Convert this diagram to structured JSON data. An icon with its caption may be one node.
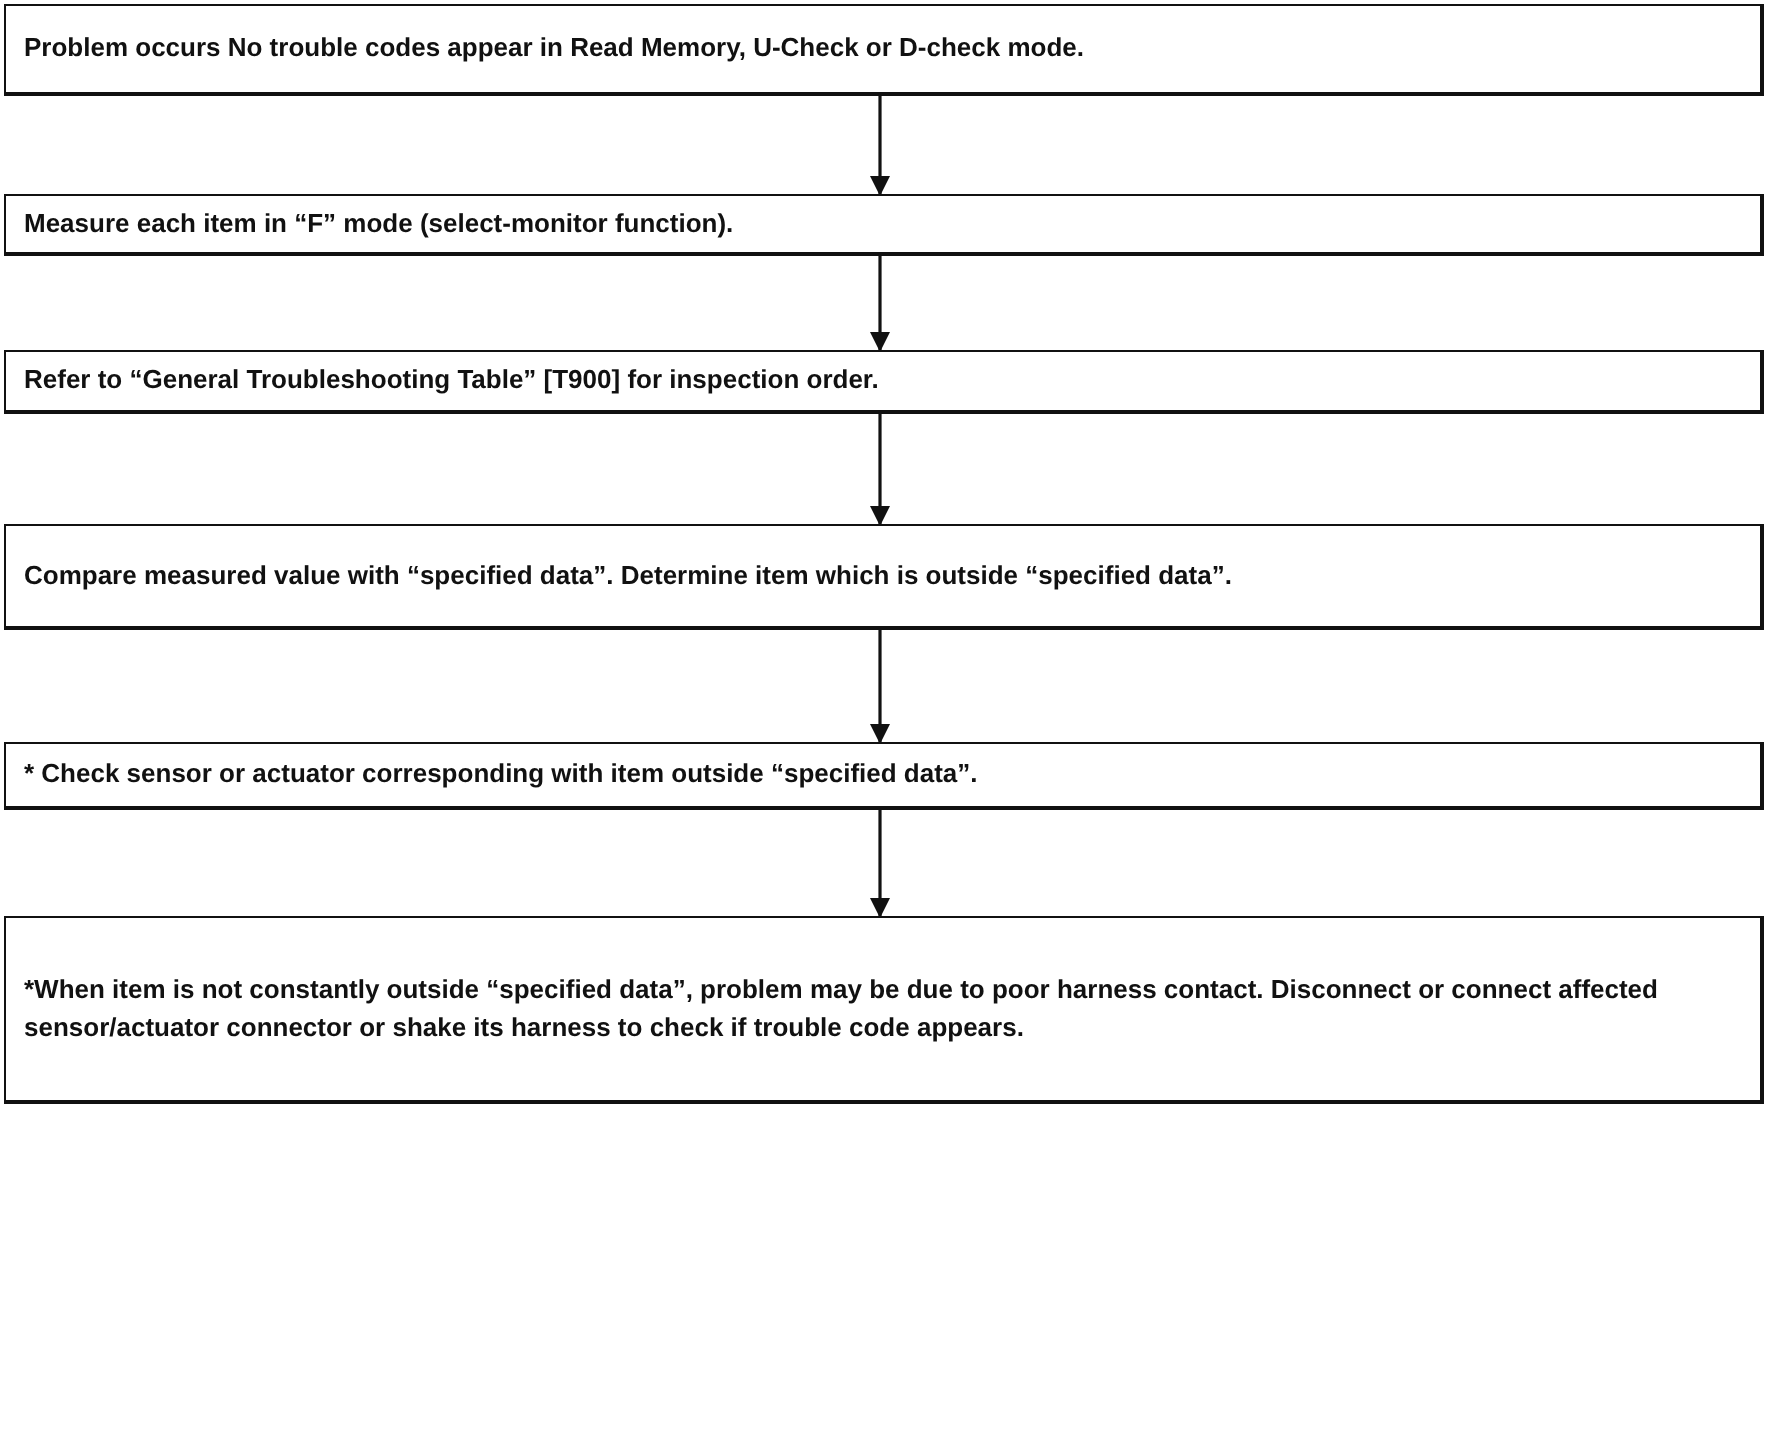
{
  "diagram": {
    "nodes": [
      {
        "text": [
          "Problem occurs No trouble codes appear in Read Memory, U-Check or D-check mode."
        ]
      },
      {
        "text": [
          "Measure each item in “F” mode (select-monitor function)."
        ]
      },
      {
        "text": [
          "Refer to “General Troubleshooting Table” [T900] for inspection order."
        ]
      },
      {
        "text": [
          "Compare measured value with “specified data”. Determine item which is outside “specified data”."
        ]
      },
      {
        "text": [
          "* Check sensor or actuator corresponding with item outside “specified data”."
        ]
      },
      {
        "text": [
          "*When item is not constantly outside “specified data”, problem may be due to poor harness contact. Disconnect or connect affected sensor/actuator connector or shake its harness to check if trouble code appears."
        ]
      }
    ],
    "edges": [
      {
        "from": 0,
        "to": 1,
        "arrow": "to"
      },
      {
        "from": 1,
        "to": 2,
        "arrow": "to"
      },
      {
        "from": 2,
        "to": 3,
        "arrow": "to"
      },
      {
        "from": 3,
        "to": 4,
        "arrow": "to"
      },
      {
        "from": 4,
        "to": 5,
        "arrow": "to"
      }
    ]
  }
}
